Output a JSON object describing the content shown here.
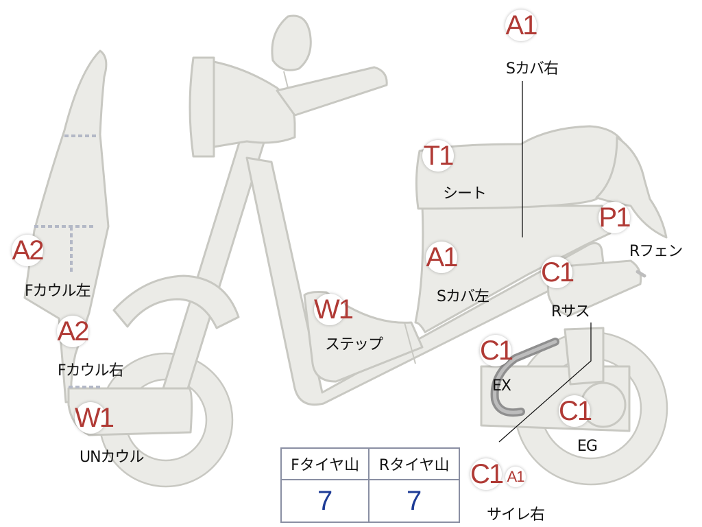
{
  "parts": [
    {
      "id": "a1-side-cover-right",
      "grade": "A1",
      "label": "Sカバ右"
    },
    {
      "id": "t1-seat",
      "grade": "T1",
      "label": "シート"
    },
    {
      "id": "p1-rear-fender",
      "grade": "P1",
      "label": "Rフェン"
    },
    {
      "id": "a2-front-cowl-left",
      "grade": "A2",
      "label": "Fカウル左"
    },
    {
      "id": "a2-front-cowl-right",
      "grade": "A2",
      "label": "Fカウル右"
    },
    {
      "id": "a1-side-cover-left",
      "grade": "A1",
      "label": "Sカバ左"
    },
    {
      "id": "c1-rear-suspension",
      "grade": "C1",
      "label": "Rサス"
    },
    {
      "id": "w1-step",
      "grade": "W1",
      "label": "ステップ"
    },
    {
      "id": "c1-exhaust",
      "grade": "C1",
      "label": "EX"
    },
    {
      "id": "c1-engine",
      "grade": "C1",
      "label": "EG"
    },
    {
      "id": "w1-under-cowl",
      "grade": "W1",
      "label": "UNカウル"
    },
    {
      "id": "c1-side-reflector-right",
      "grade": "C1",
      "grade_secondary": "A1",
      "label": "サイレ右"
    }
  ],
  "tire_table": {
    "headers": [
      "Fタイヤ山",
      "Rタイヤ山"
    ],
    "values": [
      "7",
      "7"
    ]
  },
  "colors": {
    "body_fill": "#ebebe7",
    "body_outline": "#c8c8c2",
    "grade_text": "#b03a35",
    "tire_value": "#1e3c96",
    "table_border": "#8a8fa3"
  }
}
